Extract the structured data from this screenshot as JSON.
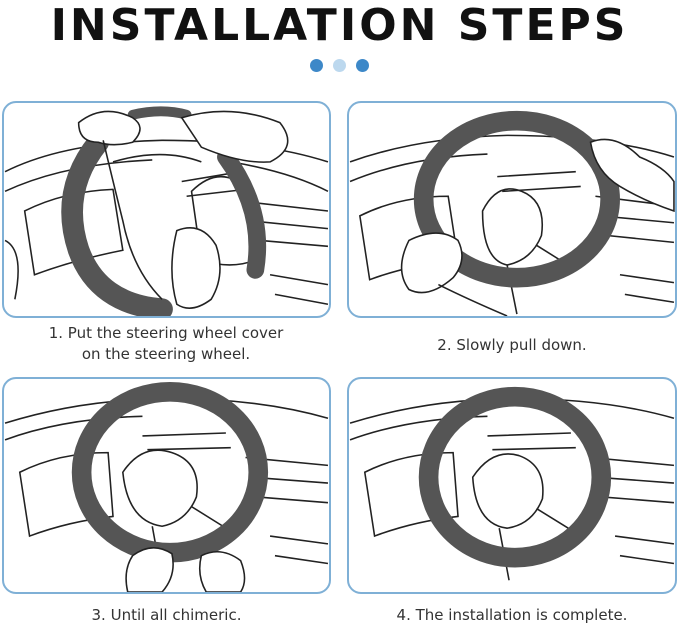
{
  "title": "INSTALLATION STEPS",
  "dots": {
    "colors": [
      "#3d88c8",
      "#bcd8ee",
      "#3d88c8"
    ]
  },
  "colors": {
    "panel_border": "#7fb0d6",
    "cover": "#555555"
  },
  "steps": [
    {
      "line1": "1. Put the steering wheel cover",
      "line2": "on the steering wheel."
    },
    {
      "line1": "2. Slowly pull down."
    },
    {
      "line1": "3. Until all chimeric."
    },
    {
      "line1": "4. The installation is complete."
    }
  ]
}
